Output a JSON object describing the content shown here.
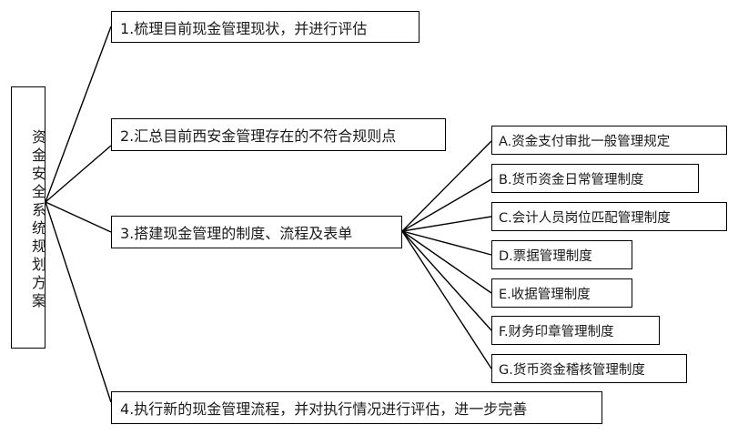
{
  "diagram": {
    "type": "tree-mindmap",
    "orientation": "left-to-right",
    "line_color": "#000000",
    "box_border_color": "#000000",
    "background_color": "#ffffff",
    "text_color": "#1a1a1a",
    "root": {
      "label": "资金安全系统规划方案",
      "orientation": "vertical-text"
    },
    "branches": [
      {
        "label": "1.梳理目前现金管理现状，并进行评估"
      },
      {
        "label": "2.汇总目前西安金管理存在的不符合规则点"
      },
      {
        "label": "3.搭建现金管理的制度、流程及表单"
      },
      {
        "label": "4.执行新的现金管理流程，并对执行情况进行评估，进一步完善"
      }
    ],
    "sub_branches_of_3": [
      {
        "label": "A.资金支付审批一般管理规定"
      },
      {
        "label": "B.货币资金日常管理制度"
      },
      {
        "label": "C.会计人员岗位匹配管理制度"
      },
      {
        "label": "D.票据管理制度"
      },
      {
        "label": "E.收据管理制度"
      },
      {
        "label": "F.财务印章管理制度"
      },
      {
        "label": "G.货币资金稽核管理制度"
      }
    ]
  }
}
